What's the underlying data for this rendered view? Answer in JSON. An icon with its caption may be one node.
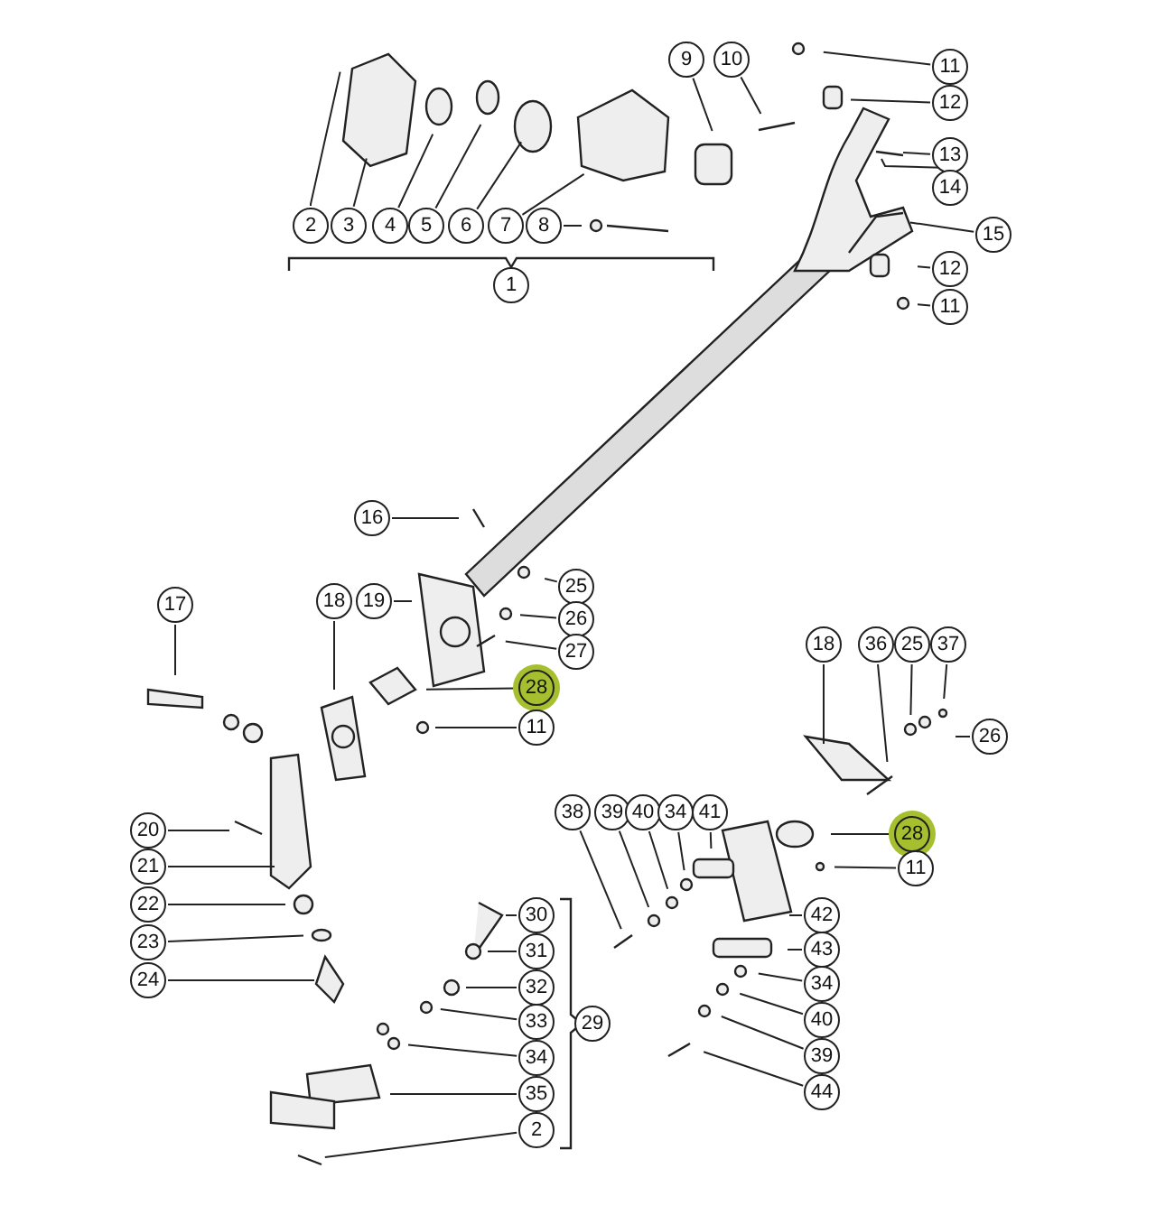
{
  "diagram": {
    "nodes": [
      {
        "text": [
          "2"
        ]
      },
      {
        "text": [
          "3"
        ]
      },
      {
        "text": [
          "4"
        ]
      },
      {
        "text": [
          "5"
        ]
      },
      {
        "text": [
          "6"
        ]
      },
      {
        "text": [
          "7"
        ]
      },
      {
        "text": [
          "8"
        ]
      },
      {
        "text": [
          "9"
        ]
      },
      {
        "text": [
          "10"
        ]
      },
      {
        "text": [
          "11"
        ]
      },
      {
        "text": [
          "12"
        ]
      },
      {
        "text": [
          "13"
        ]
      },
      {
        "text": [
          "14"
        ]
      },
      {
        "text": [
          "15"
        ]
      },
      {
        "text": [
          "12"
        ]
      },
      {
        "text": [
          "11"
        ]
      },
      {
        "text": [
          "16"
        ]
      },
      {
        "text": [
          "25"
        ]
      },
      {
        "text": [
          "26"
        ]
      },
      {
        "text": [
          "27"
        ]
      },
      {
        "text": [
          "17"
        ]
      },
      {
        "text": [
          "18"
        ]
      },
      {
        "text": [
          "19"
        ]
      },
      {
        "text": [
          "28"
        ]
      },
      {
        "text": [
          "11"
        ]
      },
      {
        "text": [
          "20"
        ]
      },
      {
        "text": [
          "21"
        ]
      },
      {
        "text": [
          "22"
        ]
      },
      {
        "text": [
          "23"
        ]
      },
      {
        "text": [
          "24"
        ]
      },
      {
        "text": [
          "30"
        ]
      },
      {
        "text": [
          "31"
        ]
      },
      {
        "text": [
          "32"
        ]
      },
      {
        "text": [
          "33"
        ]
      },
      {
        "text": [
          "34"
        ]
      },
      {
        "text": [
          "35"
        ]
      },
      {
        "text": [
          "2"
        ]
      },
      {
        "text": [
          "18"
        ]
      },
      {
        "text": [
          "36"
        ]
      },
      {
        "text": [
          "25"
        ]
      },
      {
        "text": [
          "37"
        ]
      },
      {
        "text": [
          "26"
        ]
      },
      {
        "text": [
          "28"
        ]
      },
      {
        "text": [
          "11"
        ]
      },
      {
        "text": [
          "38"
        ]
      },
      {
        "text": [
          "39"
        ]
      },
      {
        "text": [
          "40"
        ]
      },
      {
        "text": [
          "34"
        ]
      },
      {
        "text": [
          "41"
        ]
      },
      {
        "text": [
          "42"
        ]
      },
      {
        "text": [
          "43"
        ]
      },
      {
        "text": [
          "34"
        ]
      },
      {
        "text": [
          "40"
        ]
      },
      {
        "text": [
          "39"
        ]
      },
      {
        "text": [
          "44"
        ]
      },
      {
        "text": [
          "1"
        ]
      },
      {
        "text": [
          "29"
        ]
      }
    ],
    "edges": [
      {
        "from": 0,
        "to": null,
        "arrow": "none"
      },
      {
        "from": 1,
        "to": null,
        "arrow": "none"
      },
      {
        "from": 2,
        "to": null,
        "arrow": "none"
      },
      {
        "from": 3,
        "to": null,
        "arrow": "none"
      },
      {
        "from": 4,
        "to": null,
        "arrow": "none"
      },
      {
        "from": 5,
        "to": null,
        "arrow": "none"
      },
      {
        "from": 6,
        "to": null,
        "arrow": "none"
      },
      {
        "from": 7,
        "to": null,
        "arrow": "none"
      },
      {
        "from": 8,
        "to": null,
        "arrow": "none"
      },
      {
        "from": 9,
        "to": null,
        "arrow": "none"
      },
      {
        "from": 10,
        "to": null,
        "arrow": "none"
      },
      {
        "from": 11,
        "to": null,
        "arrow": "none"
      },
      {
        "from": 12,
        "to": null,
        "arrow": "none"
      },
      {
        "from": 13,
        "to": null,
        "arrow": "none"
      },
      {
        "from": 14,
        "to": null,
        "arrow": "none"
      },
      {
        "from": 15,
        "to": null,
        "arrow": "none"
      },
      {
        "from": 16,
        "to": null,
        "arrow": "none"
      },
      {
        "from": 17,
        "to": null,
        "arrow": "none"
      },
      {
        "from": 18,
        "to": null,
        "arrow": "none"
      },
      {
        "from": 19,
        "to": null,
        "arrow": "none"
      },
      {
        "from": 20,
        "to": null,
        "arrow": "none"
      },
      {
        "from": 21,
        "to": null,
        "arrow": "none"
      },
      {
        "from": 22,
        "to": null,
        "arrow": "none"
      },
      {
        "from": 23,
        "to": null,
        "arrow": "none"
      },
      {
        "from": 24,
        "to": null,
        "arrow": "none"
      },
      {
        "from": 25,
        "to": null,
        "arrow": "none"
      },
      {
        "from": 26,
        "to": null,
        "arrow": "none"
      },
      {
        "from": 27,
        "to": null,
        "arrow": "none"
      },
      {
        "from": 28,
        "to": null,
        "arrow": "none"
      },
      {
        "from": 29,
        "to": null,
        "arrow": "none"
      },
      {
        "from": 30,
        "to": null,
        "arrow": "none"
      },
      {
        "from": 31,
        "to": null,
        "arrow": "none"
      },
      {
        "from": 32,
        "to": null,
        "arrow": "none"
      },
      {
        "from": 33,
        "to": null,
        "arrow": "none"
      },
      {
        "from": 34,
        "to": null,
        "arrow": "none"
      },
      {
        "from": 35,
        "to": null,
        "arrow": "none"
      },
      {
        "from": 36,
        "to": null,
        "arrow": "none"
      },
      {
        "from": 37,
        "to": null,
        "arrow": "none"
      },
      {
        "from": 38,
        "to": null,
        "arrow": "none"
      },
      {
        "from": 39,
        "to": null,
        "arrow": "none"
      },
      {
        "from": 40,
        "to": null,
        "arrow": "none"
      },
      {
        "from": 41,
        "to": null,
        "arrow": "none"
      },
      {
        "from": 42,
        "to": null,
        "arrow": "none"
      },
      {
        "from": 43,
        "to": null,
        "arrow": "none"
      },
      {
        "from": 44,
        "to": null,
        "arrow": "none"
      },
      {
        "from": 45,
        "to": null,
        "arrow": "none"
      },
      {
        "from": 46,
        "to": null,
        "arrow": "none"
      },
      {
        "from": 47,
        "to": null,
        "arrow": "none"
      },
      {
        "from": 48,
        "to": null,
        "arrow": "none"
      },
      {
        "from": 49,
        "to": null,
        "arrow": "none"
      },
      {
        "from": 50,
        "to": null,
        "arrow": "none"
      },
      {
        "from": 51,
        "to": null,
        "arrow": "none"
      },
      {
        "from": 52,
        "to": null,
        "arrow": "none"
      },
      {
        "from": 53,
        "to": null,
        "arrow": "none"
      },
      {
        "from": 54,
        "to": null,
        "arrow": "none"
      }
    ]
  }
}
